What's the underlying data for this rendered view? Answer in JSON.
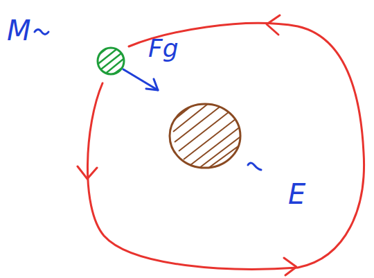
{
  "diagram": {
    "labels": [
      "M",
      "Fg",
      "E"
    ]
  }
}
